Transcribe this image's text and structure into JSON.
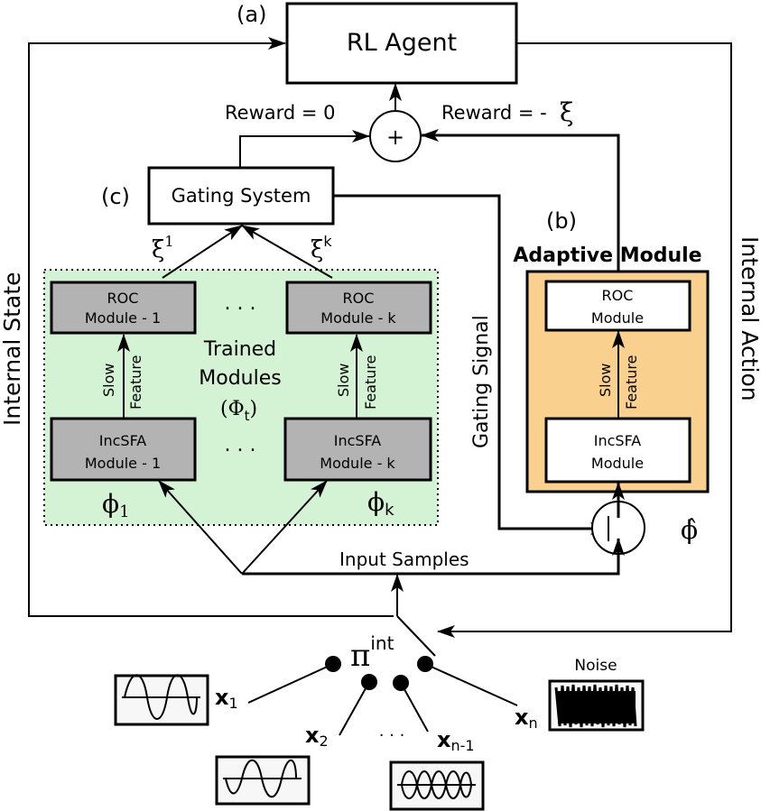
{
  "labels": {
    "a": "(a)",
    "b": "(b)",
    "c": "(c)"
  },
  "rl_agent": {
    "title": "RL Agent"
  },
  "reward_zero": "Reward = 0",
  "reward_neg": "Reward = -",
  "reward_neg_symbol": "ξ̇",
  "sum_symbol": "+",
  "gating_system": {
    "title": "Gating System"
  },
  "xi_1": "ξ",
  "xi_1_sup": "1",
  "xi_k": "ξ",
  "xi_k_sup": "k",
  "trained": {
    "title_line1": "Trained",
    "title_line2": "Modules",
    "title_line3": "(Φ",
    "title_line3_sub": "t",
    "title_line3_end": ")",
    "roc1": [
      "ROC",
      "Module - 1"
    ],
    "rock": [
      "ROC",
      "Module - k"
    ],
    "inc1": [
      "IncSFA",
      "Module - 1"
    ],
    "inck": [
      "IncSFA",
      "Module - k"
    ],
    "slow": "Slow",
    "feature": "Feature",
    "ellipsis": ". . .",
    "phi1": "ϕ",
    "phi1_sub": "1",
    "phik": "ϕ",
    "phik_sub": "k"
  },
  "adaptive": {
    "title": "Adaptive Module",
    "roc": [
      "ROC",
      "Module"
    ],
    "inc": [
      "IncSFA",
      "Module"
    ],
    "slow": "Slow",
    "feature": "Feature",
    "phi_hat": "ϕ̂"
  },
  "side_labels": {
    "internal_state": "Internal State",
    "internal_action": "Internal Action",
    "gating_signal": "Gating Signal"
  },
  "input_samples": "Input Samples",
  "policy": {
    "symbol": "π",
    "sup": "int"
  },
  "inputs": {
    "x": "x",
    "x1_sub": "1",
    "x2_sub": "2",
    "xn1_sub": "n-1",
    "xn_sub": "n",
    "ellipsis": ". . .",
    "noise": "Noise"
  },
  "colors": {
    "trained_bg": "#d4f2d4",
    "gray_box": "#b3b3b3",
    "adaptive_bg": "#fad08f"
  }
}
